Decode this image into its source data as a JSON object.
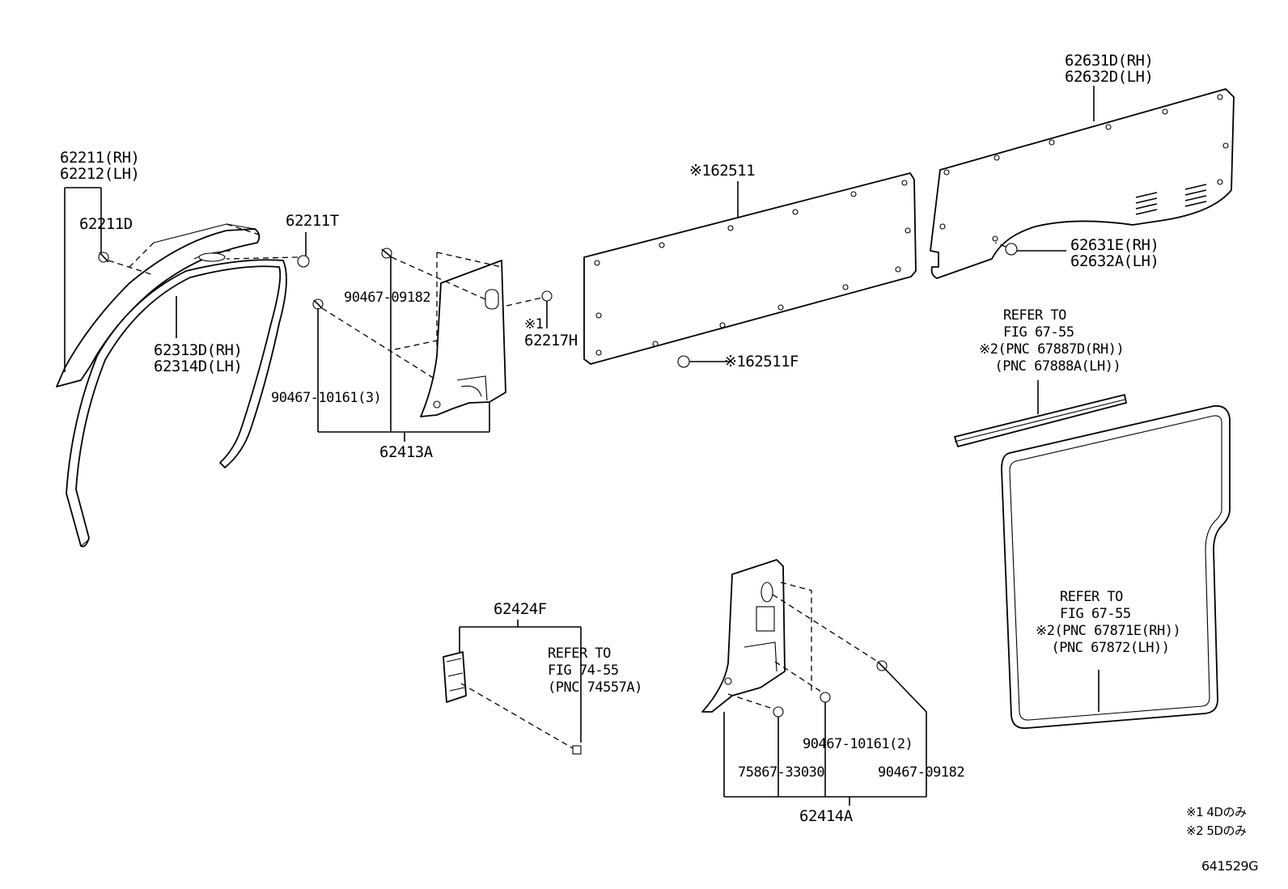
{
  "diagram": {
    "code": "641529G",
    "notes": [
      "※1 4Dのみ",
      "※2 5Dのみ"
    ],
    "callouts": {
      "p62211": [
        "62211(RH)",
        "62212(LH)"
      ],
      "p62211D": "62211D",
      "p62211T": "62211T",
      "p62313": [
        "62313D(RH)",
        "62314D(LH)"
      ],
      "p90467_09182_a": "90467-09182",
      "p90467_10161_3": "90467-10161(3)",
      "p62413A": "62413A",
      "p62217H": [
        "※1",
        "62217H"
      ],
      "p62511": "※162511",
      "p62511F": "※162511F",
      "p62631D": [
        "62631D(RH)",
        "62632D(LH)"
      ],
      "p62631E": [
        "62631E(RH)",
        "62632A(LH)"
      ],
      "refer_67887": [
        "REFER TO",
        "FIG 67-55",
        "※2(PNC 67887D(RH))",
        "  (PNC 67888A(LH))"
      ],
      "refer_67871": [
        "REFER TO",
        "FIG 67-55",
        "※2(PNC 67871E(RH))",
        "  (PNC 67872(LH))"
      ],
      "p62424F": "62424F",
      "refer_74557": [
        "REFER TO",
        "FIG 74-55",
        "(PNC 74557A)"
      ],
      "p90467_10161_2": "90467-10161(2)",
      "p75867": "75867-33030",
      "p90467_09182_b": "90467-09182",
      "p62414A": "62414A"
    }
  }
}
